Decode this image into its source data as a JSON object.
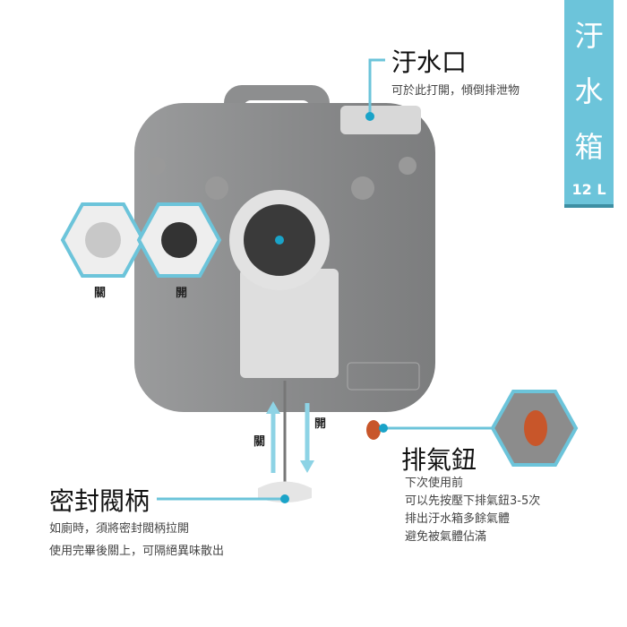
{
  "banner": {
    "line1": "汙",
    "line2": "水",
    "line3": "箱",
    "capacity": "12 L"
  },
  "outlet": {
    "title": "汙水口",
    "desc": "可於此打開，傾倒排泄物"
  },
  "valve_states": {
    "closed": "關",
    "open": "開"
  },
  "rod_labels": {
    "closed": "關",
    "open": "開"
  },
  "vent": {
    "title": "排氣鈕",
    "lines": [
      "下次使用前",
      "可以先按壓下排氣鈕3-5次",
      "排出汙水箱多餘氣體",
      "避免被氣體佔滿"
    ]
  },
  "seal": {
    "title": "密封閥柄",
    "lines": [
      "如廁時，須將密封閥柄拉開",
      "使用完畢後關上，可隔絕異味散出"
    ]
  },
  "colors": {
    "accent": "#6cc4da",
    "tank": "#8e8f90",
    "button": "#c8562a"
  }
}
